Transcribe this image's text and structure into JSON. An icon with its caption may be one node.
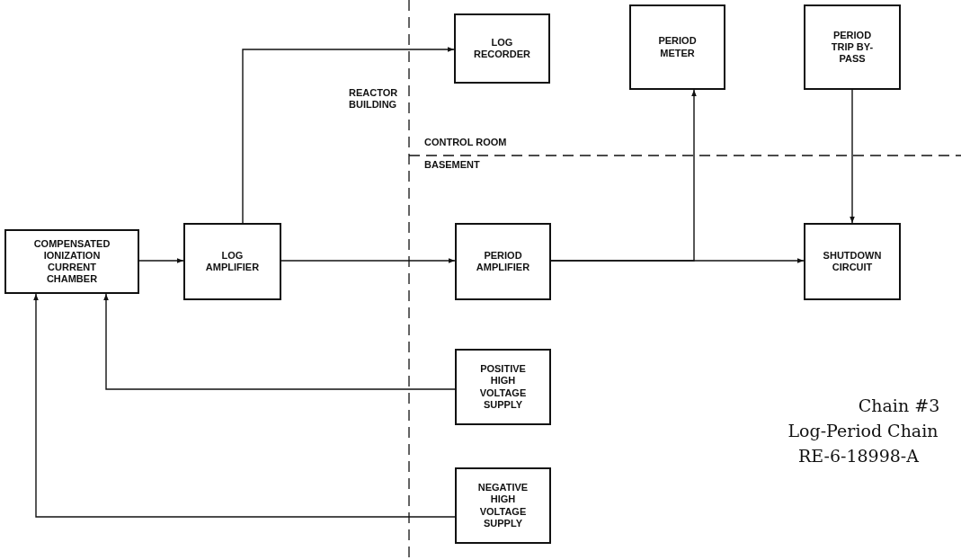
{
  "diagram": {
    "nodes": [
      {
        "text": [
          "COMPENSATED IONIZATION CURRENT CHAMBER"
        ]
      },
      {
        "text": [
          "LOG AMPLIFIER"
        ]
      },
      {
        "text": [
          "LOG RECORDER"
        ]
      },
      {
        "text": [
          "PERIOD METER"
        ]
      },
      {
        "text": [
          "PERIOD TRIP BY-PASS"
        ]
      },
      {
        "text": [
          "PERIOD AMPLIFIER"
        ]
      },
      {
        "text": [
          "SHUTDOWN CIRCUIT"
        ]
      },
      {
        "text": [
          "POSITIVE HIGH VOLTAGE SUPPLY"
        ]
      },
      {
        "text": [
          "NEGATIVE HIGH VOLTAGE SUPPLY"
        ]
      }
    ],
    "edges": [
      {
        "from": 0,
        "to": 1,
        "arrow": "to"
      },
      {
        "from": 1,
        "to": 2,
        "arrow": "to"
      },
      {
        "from": 1,
        "to": 5,
        "arrow": "to"
      },
      {
        "from": 5,
        "to": 6,
        "arrow": "to"
      },
      {
        "from": 5,
        "to": 3,
        "arrow": "to"
      },
      {
        "from": 4,
        "to": 6,
        "arrow": "to"
      },
      {
        "from": 7,
        "to": 0,
        "arrow": "to"
      },
      {
        "from": 8,
        "to": 0,
        "arrow": "to"
      }
    ],
    "labels": [
      "REACTOR BUILDING",
      "CONTROL ROOM",
      "BASEMENT",
      "Chain #3",
      "Log-Period Chain",
      "RE-6-18998-A"
    ]
  }
}
